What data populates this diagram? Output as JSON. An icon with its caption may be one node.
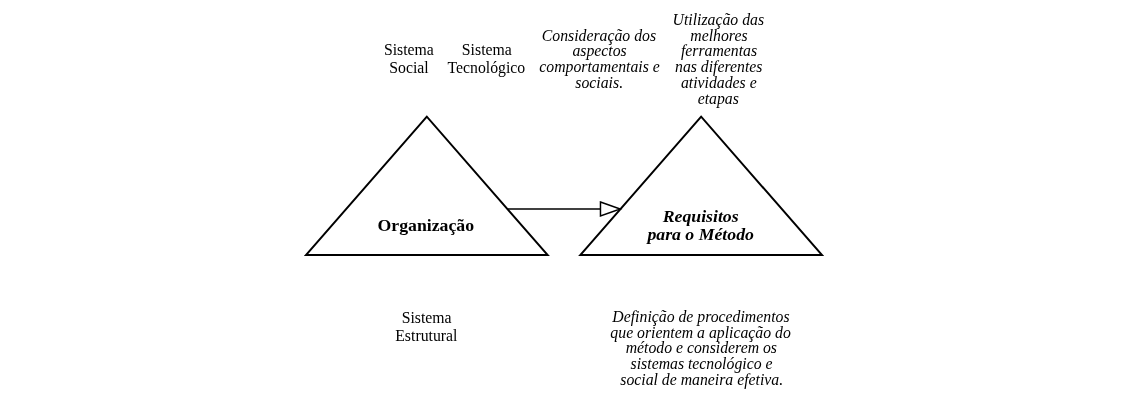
{
  "diagram": {
    "nodes": [
      {
        "text": [
          "Organização"
        ],
        "beside": [
          "Sistema Social",
          "Sistema Tecnológico",
          "Sistema Estrutural"
        ]
      },
      {
        "text": [
          "Requisitos para o Método"
        ],
        "beside": [
          "Consideração dos aspectos comportamentais e sociais.",
          "Utilização das melhores ferramentas nas diferentes atividades e etapas",
          "Definição de procedimentos que orientem a aplicação do método e considerem os sistemas tecnológico e social de maneira efetiva."
        ]
      }
    ],
    "edges": [
      {
        "from": 0,
        "to": 1,
        "arrow": "to"
      }
    ]
  }
}
